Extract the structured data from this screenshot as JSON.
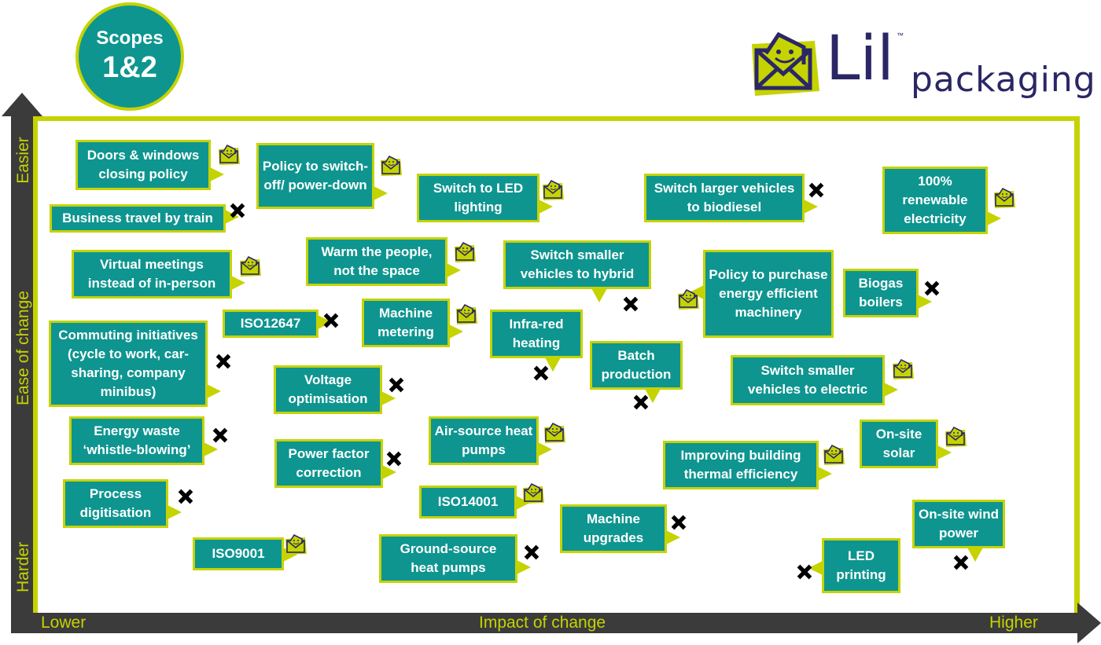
{
  "badge": {
    "line1": "Scopes",
    "line2": "1&2"
  },
  "logo": {
    "brand": "Lil",
    "tm": "™",
    "sub": "packaging"
  },
  "axes": {
    "y_top": "Easier",
    "y_title": "Ease of change",
    "y_bottom": "Harder",
    "x_left": "Lower",
    "x_title": "Impact of change",
    "x_right": "Higher"
  },
  "colors": {
    "teal": "#0e9590",
    "lime": "#c5d300",
    "axis": "#3b3b3b",
    "navy": "#2b2766"
  },
  "legend_icons": {
    "envelope": "smiley-envelope-icon",
    "cross": "cross-icon"
  },
  "items": [
    {
      "label": "Doors & windows closing policy",
      "mark": "envelope"
    },
    {
      "label": "Policy to switch-off/ power-down",
      "mark": "envelope"
    },
    {
      "label": "Switch to LED lighting",
      "mark": "envelope"
    },
    {
      "label": "Switch larger vehicles to biodiesel",
      "mark": "cross"
    },
    {
      "label": "100% renewable electricity",
      "mark": "envelope"
    },
    {
      "label": "Business travel by train",
      "mark": "cross"
    },
    {
      "label": "Virtual meetings instead of in-person",
      "mark": "envelope"
    },
    {
      "label": "Warm the people, not the space",
      "mark": "envelope"
    },
    {
      "label": "Switch smaller vehicles to hybrid",
      "mark": "cross"
    },
    {
      "label": "Policy to purchase energy efficient machinery",
      "mark": "envelope"
    },
    {
      "label": "Biogas boilers",
      "mark": "cross"
    },
    {
      "label": "ISO12647",
      "mark": "cross"
    },
    {
      "label": "Machine metering",
      "mark": "envelope"
    },
    {
      "label": "Infra-red heating",
      "mark": "cross"
    },
    {
      "label": "Batch production",
      "mark": "cross"
    },
    {
      "label": "Commuting initiatives (cycle to work, car-sharing, company minibus)",
      "mark": "cross"
    },
    {
      "label": "Voltage optimisation",
      "mark": "cross"
    },
    {
      "label": "Switch smaller vehicles to electric",
      "mark": "envelope"
    },
    {
      "label": "Energy waste ‘whistle-blowing’",
      "mark": "cross"
    },
    {
      "label": "Air-source heat pumps",
      "mark": "envelope"
    },
    {
      "label": "Power factor correction",
      "mark": "cross"
    },
    {
      "label": "Improving building thermal efficiency",
      "mark": "envelope"
    },
    {
      "label": "On-site solar",
      "mark": "envelope"
    },
    {
      "label": "Process digitisation",
      "mark": "cross"
    },
    {
      "label": "ISO14001",
      "mark": "envelope"
    },
    {
      "label": "Machine upgrades",
      "mark": "cross"
    },
    {
      "label": "On-site wind power",
      "mark": "cross"
    },
    {
      "label": "ISO9001",
      "mark": "envelope"
    },
    {
      "label": "Ground-source heat pumps",
      "mark": "cross"
    },
    {
      "label": "LED printing",
      "mark": "cross"
    }
  ]
}
